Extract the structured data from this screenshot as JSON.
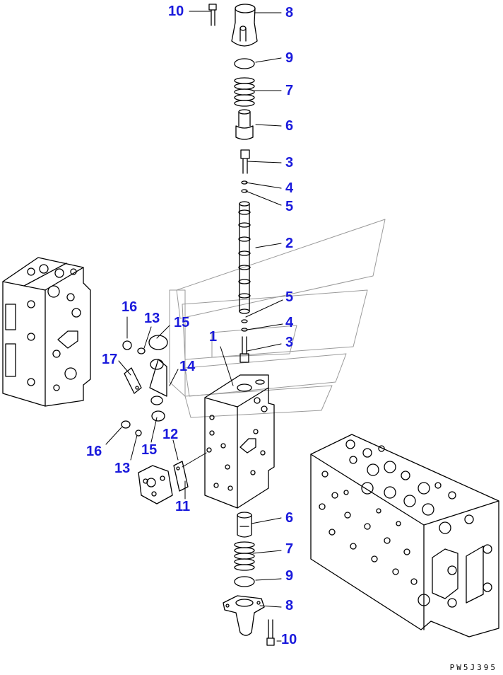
{
  "callouts": {
    "c10_top": "10",
    "c8_top": "8",
    "c9_top": "9",
    "c7_top": "7",
    "c6_top": "6",
    "c3_top": "3",
    "c4_top": "4",
    "c5_top": "5",
    "c2": "2",
    "c5_mid": "5",
    "c4_mid": "4",
    "c3_mid": "3",
    "c1": "1",
    "c16_top": "16",
    "c13_top": "13",
    "c15_top": "15",
    "c17": "17",
    "c14": "14",
    "c12": "12",
    "c16_bot": "16",
    "c13_bot": "13",
    "c15_bot": "15",
    "c11": "11",
    "c6_bot": "6",
    "c7_bot": "7",
    "c9_bot": "9",
    "c8_bot": "8",
    "c10_bot": "10"
  },
  "drawing_code": "PW5J395",
  "colors": {
    "callout": "#1a1adc",
    "line": "#000000",
    "background": "#ffffff"
  }
}
